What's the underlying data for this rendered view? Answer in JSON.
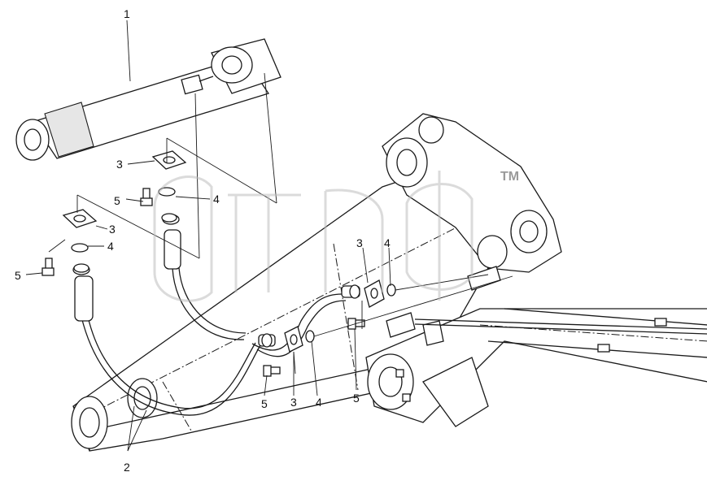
{
  "callouts": {
    "c1": "1",
    "c2": "2",
    "c3a": "3",
    "c3b": "3",
    "c3c": "3",
    "c3d": "3",
    "c4a": "4",
    "c4b": "4",
    "c4c": "4",
    "c4d": "4",
    "c5a": "5",
    "c5b": "5",
    "c5c": "5",
    "c5d": "5"
  },
  "watermark": {
    "trademark": "TM"
  },
  "colors": {
    "line": "#1a1a1a",
    "watermark": "#bdbdbd",
    "background": "#ffffff"
  }
}
